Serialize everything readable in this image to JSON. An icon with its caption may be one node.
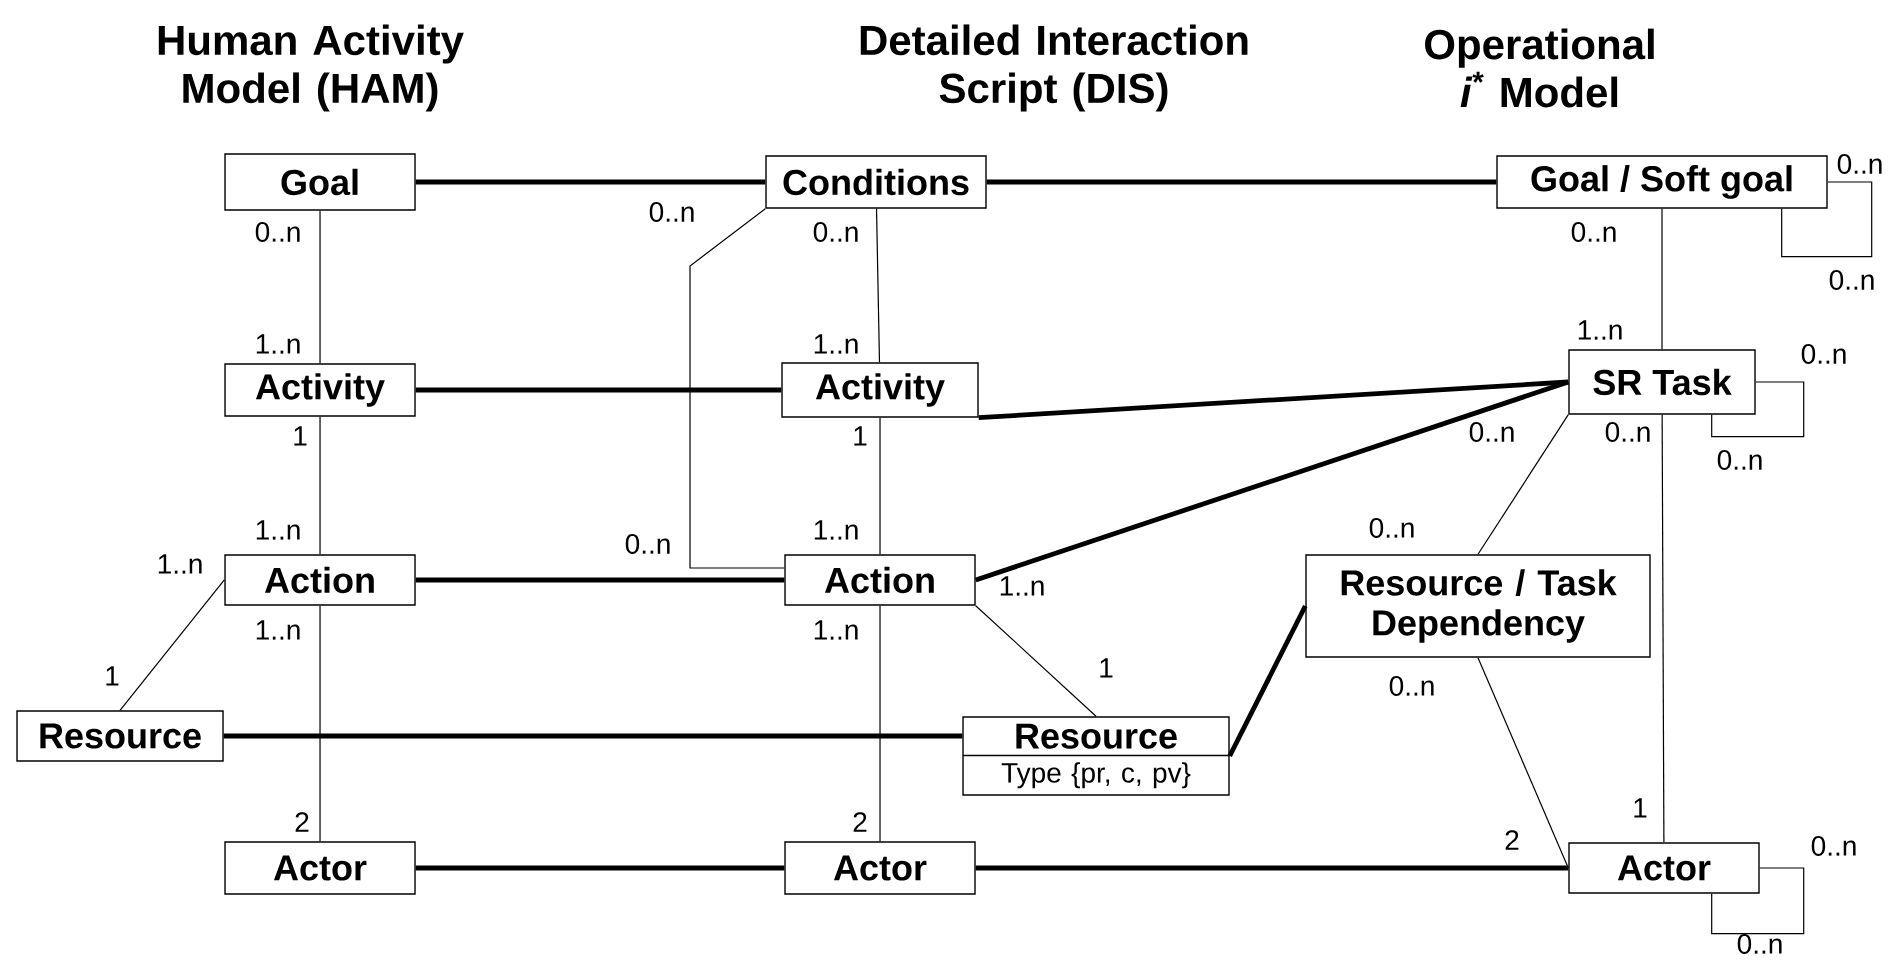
{
  "diagram": {
    "nodes": [
      {
        "text": [
          "Goal"
        ]
      },
      {
        "text": [
          "Conditions"
        ]
      },
      {
        "text": [
          "Goal / Soft goal"
        ]
      },
      {
        "text": [
          "Activity"
        ]
      },
      {
        "text": [
          "Activity"
        ]
      },
      {
        "text": [
          "SR Task"
        ]
      },
      {
        "text": [
          "Action"
        ]
      },
      {
        "text": [
          "Action"
        ]
      },
      {
        "text": [
          "Resource / Task Dependency"
        ]
      },
      {
        "text": [
          "Resource"
        ]
      },
      {
        "text": [
          "Resource",
          "Type {pr, c, pv}"
        ]
      },
      {
        "text": [
          "Actor"
        ]
      },
      {
        "text": [
          "Actor"
        ]
      },
      {
        "text": [
          "Actor"
        ]
      }
    ],
    "edges": [
      {
        "from": 0,
        "to": 1,
        "arrow": "none",
        "style": "thick"
      },
      {
        "from": 1,
        "to": 2,
        "arrow": "none",
        "style": "thick"
      },
      {
        "from": 0,
        "to": 3,
        "arrow": "none"
      },
      {
        "from": 1,
        "to": 4,
        "arrow": "none"
      },
      {
        "from": 2,
        "to": 5,
        "arrow": "none"
      },
      {
        "from": 2,
        "to": 2,
        "arrow": "none"
      },
      {
        "from": 3,
        "to": 4,
        "arrow": "none",
        "style": "thick"
      },
      {
        "from": 4,
        "to": 5,
        "arrow": "none",
        "style": "thick"
      },
      {
        "from": 3,
        "to": 6,
        "arrow": "none"
      },
      {
        "from": 4,
        "to": 7,
        "arrow": "none"
      },
      {
        "from": 1,
        "to": 7,
        "arrow": "none"
      },
      {
        "from": 5,
        "to": 5,
        "arrow": "none"
      },
      {
        "from": 6,
        "to": 7,
        "arrow": "none",
        "style": "thick"
      },
      {
        "from": 7,
        "to": 5,
        "arrow": "none",
        "style": "thick"
      },
      {
        "from": 5,
        "to": 8,
        "arrow": "none"
      },
      {
        "from": 5,
        "to": 13,
        "arrow": "none"
      },
      {
        "from": 6,
        "to": 9,
        "arrow": "none"
      },
      {
        "from": 7,
        "to": 10,
        "arrow": "none"
      },
      {
        "from": 9,
        "to": 10,
        "arrow": "none",
        "style": "thick"
      },
      {
        "from": 10,
        "to": 8,
        "arrow": "none",
        "style": "thick"
      },
      {
        "from": 6,
        "to": 11,
        "arrow": "none"
      },
      {
        "from": 7,
        "to": 12,
        "arrow": "none"
      },
      {
        "from": 8,
        "to": 13,
        "arrow": "none"
      },
      {
        "from": 11,
        "to": 12,
        "arrow": "none",
        "style": "thick"
      },
      {
        "from": 12,
        "to": 13,
        "arrow": "none",
        "style": "thick"
      },
      {
        "from": 13,
        "to": 13,
        "arrow": "none"
      }
    ],
    "labels": [
      "Human Activity Model (HAM)",
      "Detailed Interaction Script (DIS)",
      "Operational *i*$^{*}$ Model",
      "0..n",
      "0..n",
      "0..n",
      "0..n",
      "0..n",
      "0..n",
      "1..n",
      "1..n",
      "1..n",
      "0..n",
      "1",
      "1",
      "0..n",
      "0..n",
      "0..n",
      "1..n",
      "1..n",
      "0..n",
      "1..n",
      "1..n",
      "0..n",
      "1..n",
      "1..n",
      "1",
      "1",
      "0..n",
      "1",
      "2",
      "2",
      "2",
      "0..n",
      "0..n"
    ]
  }
}
